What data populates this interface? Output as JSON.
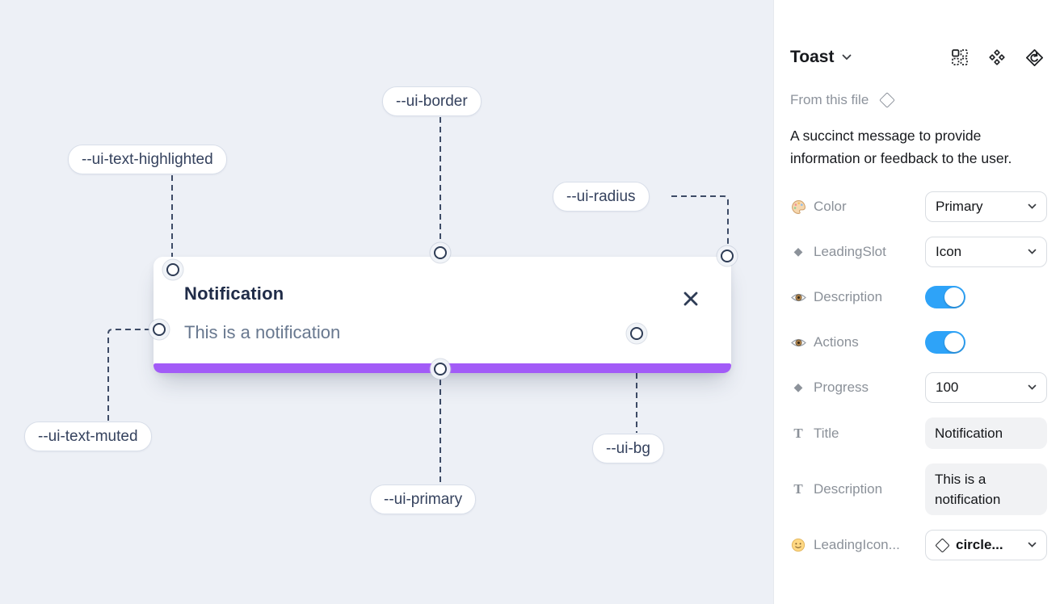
{
  "canvas": {
    "toast": {
      "title": "Notification",
      "description": "This is a notification"
    },
    "callouts": [
      {
        "id": "ui-text-highlighted",
        "label": "--ui-text-highlighted"
      },
      {
        "id": "ui-border",
        "label": "--ui-border"
      },
      {
        "id": "ui-radius",
        "label": "--ui-radius"
      },
      {
        "id": "ui-text-muted",
        "label": "--ui-text-muted"
      },
      {
        "id": "ui-primary",
        "label": "--ui-primary"
      },
      {
        "id": "ui-bg",
        "label": "--ui-bg"
      }
    ],
    "colors": {
      "primary_bar": "#a25bf7",
      "canvas_bg": "#edf0f6"
    }
  },
  "panel": {
    "title": "Toast",
    "source_label": "From this file",
    "description": "A succinct message to provide information or feedback to the user.",
    "header_icons": [
      "component-grid-icon",
      "component-icon",
      "reset-component-icon"
    ],
    "glyphs": {
      "diamond": "◆",
      "text": "T"
    },
    "properties": [
      {
        "icon": "palette-icon",
        "label": "Color",
        "control": "dropdown",
        "value": "Primary"
      },
      {
        "icon": "diamond-icon",
        "label": "LeadingSlot",
        "control": "dropdown",
        "value": "Icon"
      },
      {
        "icon": "eye-icon",
        "label": "Description",
        "control": "toggle",
        "value": "on"
      },
      {
        "icon": "eye-icon",
        "label": "Actions",
        "control": "toggle",
        "value": "on"
      },
      {
        "icon": "diamond-icon",
        "label": "Progress",
        "control": "dropdown",
        "value": "100"
      },
      {
        "icon": "text-icon",
        "label": "Title",
        "control": "text-field",
        "value": "Notification"
      },
      {
        "icon": "text-icon",
        "label": "Description",
        "control": "text-field",
        "value": "This is a notification"
      },
      {
        "icon": "smiley-icon",
        "label": "LeadingIcon...",
        "control": "icon-dropdown",
        "value": "circle..."
      }
    ],
    "colors": {
      "toggle_on": "#2ea3f8"
    }
  }
}
